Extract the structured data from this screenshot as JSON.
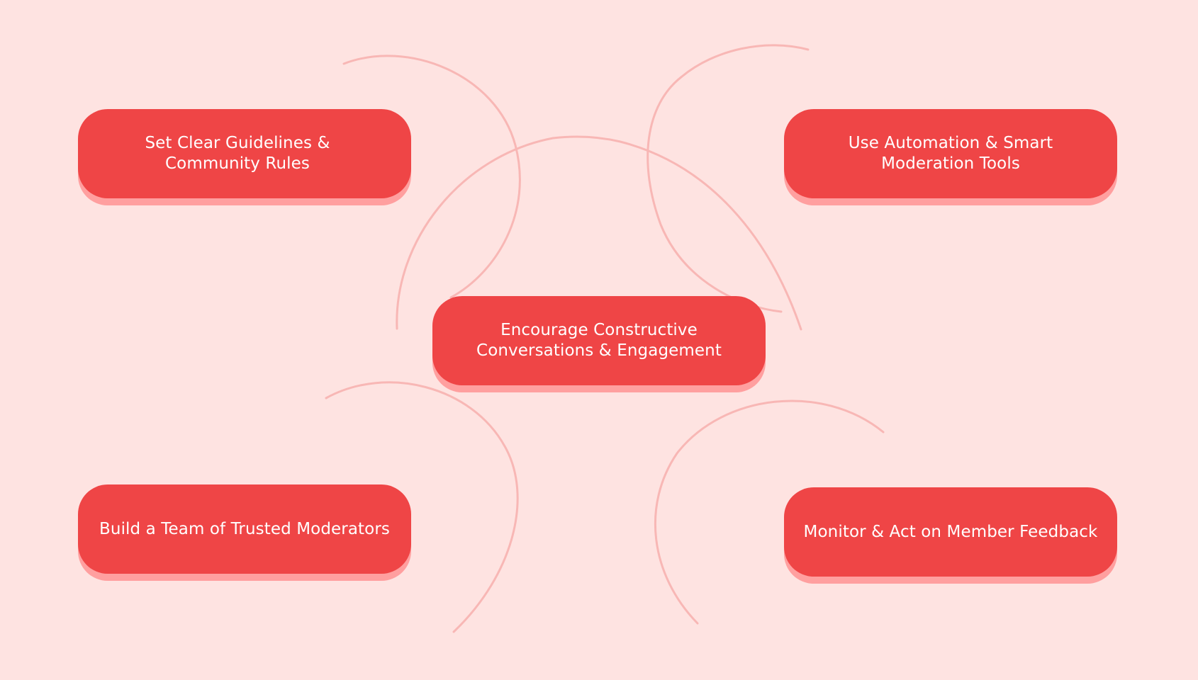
{
  "diagram": {
    "nodes": [
      {
        "id": "top-left",
        "label": "Set Clear Guidelines & Community Rules"
      },
      {
        "id": "top-right",
        "label": "Use Automation & Smart Moderation Tools"
      },
      {
        "id": "center",
        "label": "Encourage Constructive Conversations & Engagement"
      },
      {
        "id": "bottom-left",
        "label": "Build a Team of Trusted Moderators"
      },
      {
        "id": "bottom-right",
        "label": "Monitor & Act on Member Feedback"
      }
    ],
    "colors": {
      "background": "#fee3e1",
      "node_fill": "#ef4546",
      "node_shadow": "#ff9f9f",
      "node_text": "#ffffff",
      "arc": "#f8b7b5"
    }
  }
}
